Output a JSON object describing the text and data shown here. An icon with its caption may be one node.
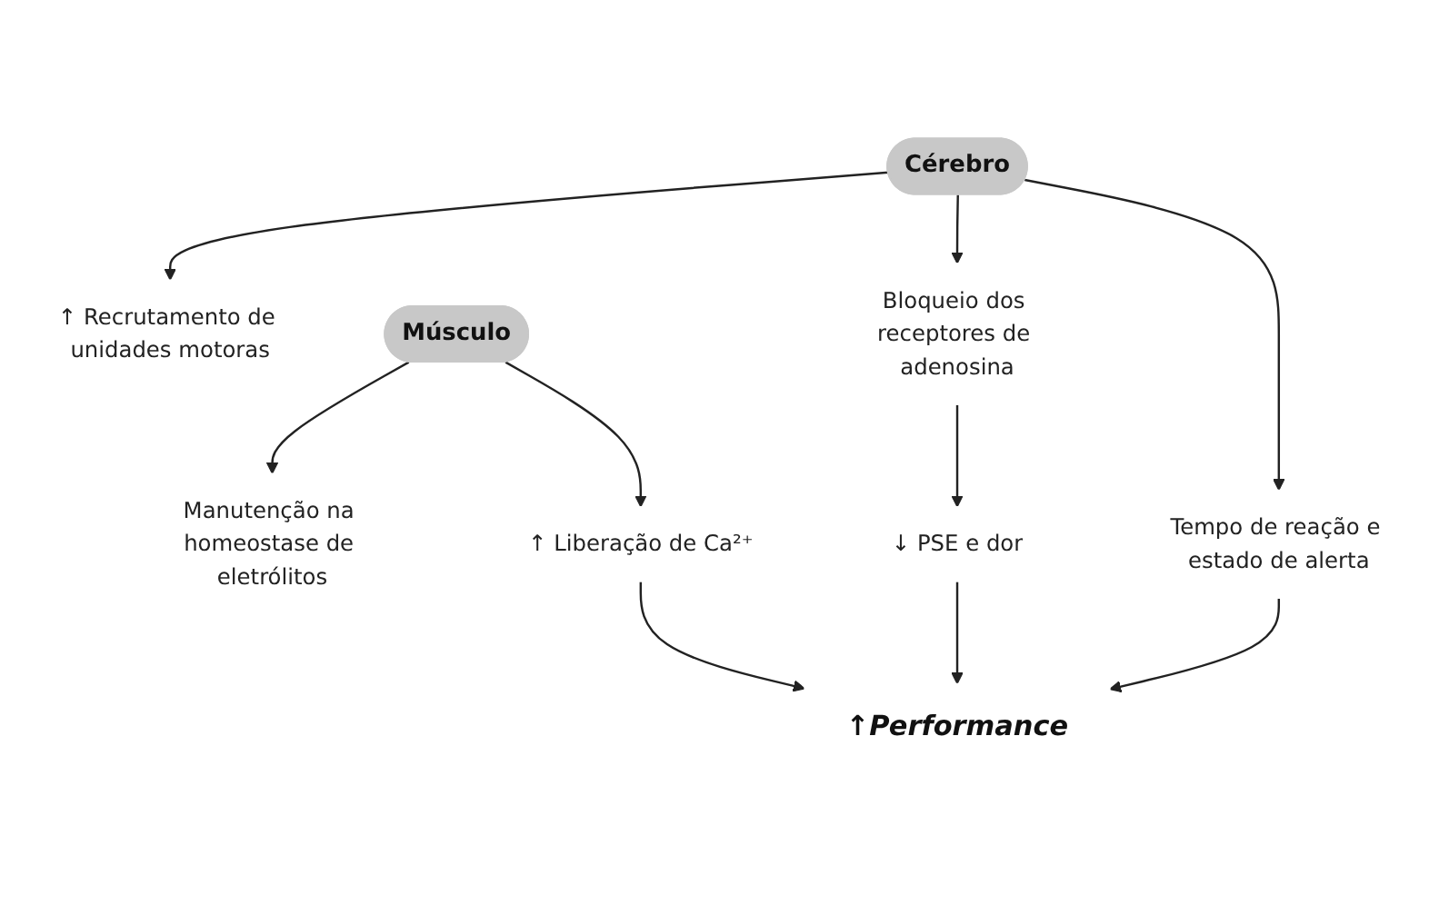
{
  "diagram": {
    "nodes": [
      {
        "text": [
          "Cérebro"
        ]
      },
      {
        "text": [
          "↑ Recrutamento de unidades motoras"
        ]
      },
      {
        "text": [
          "Músculo"
        ]
      },
      {
        "text": [
          "Manutenção na homeostase de eletrólitos"
        ]
      },
      {
        "text": [
          "Bloqueio dos receptores de adenosina"
        ]
      },
      {
        "text": [
          "Tempo de reação e estado de alerta"
        ]
      },
      {
        "text": [
          "↑ Liberação de Ca²⁺"
        ]
      },
      {
        "text": [
          "↓ PSE e dor"
        ]
      },
      {
        "text": [
          "↑Performance"
        ]
      }
    ],
    "edges": [
      {
        "from": 0,
        "to": 1,
        "arrow": "to"
      },
      {
        "from": 2,
        "to": 3,
        "arrow": "to"
      },
      {
        "from": 0,
        "to": 4,
        "arrow": "to"
      },
      {
        "from": 0,
        "to": 5,
        "arrow": "to"
      },
      {
        "from": 2,
        "to": 6,
        "arrow": "to"
      },
      {
        "from": 4,
        "to": 7,
        "arrow": "to"
      },
      {
        "from": 6,
        "to": 8,
        "arrow": "to"
      },
      {
        "from": 7,
        "to": 8,
        "arrow": "to"
      },
      {
        "from": 5,
        "to": 8,
        "arrow": "to"
      }
    ]
  }
}
